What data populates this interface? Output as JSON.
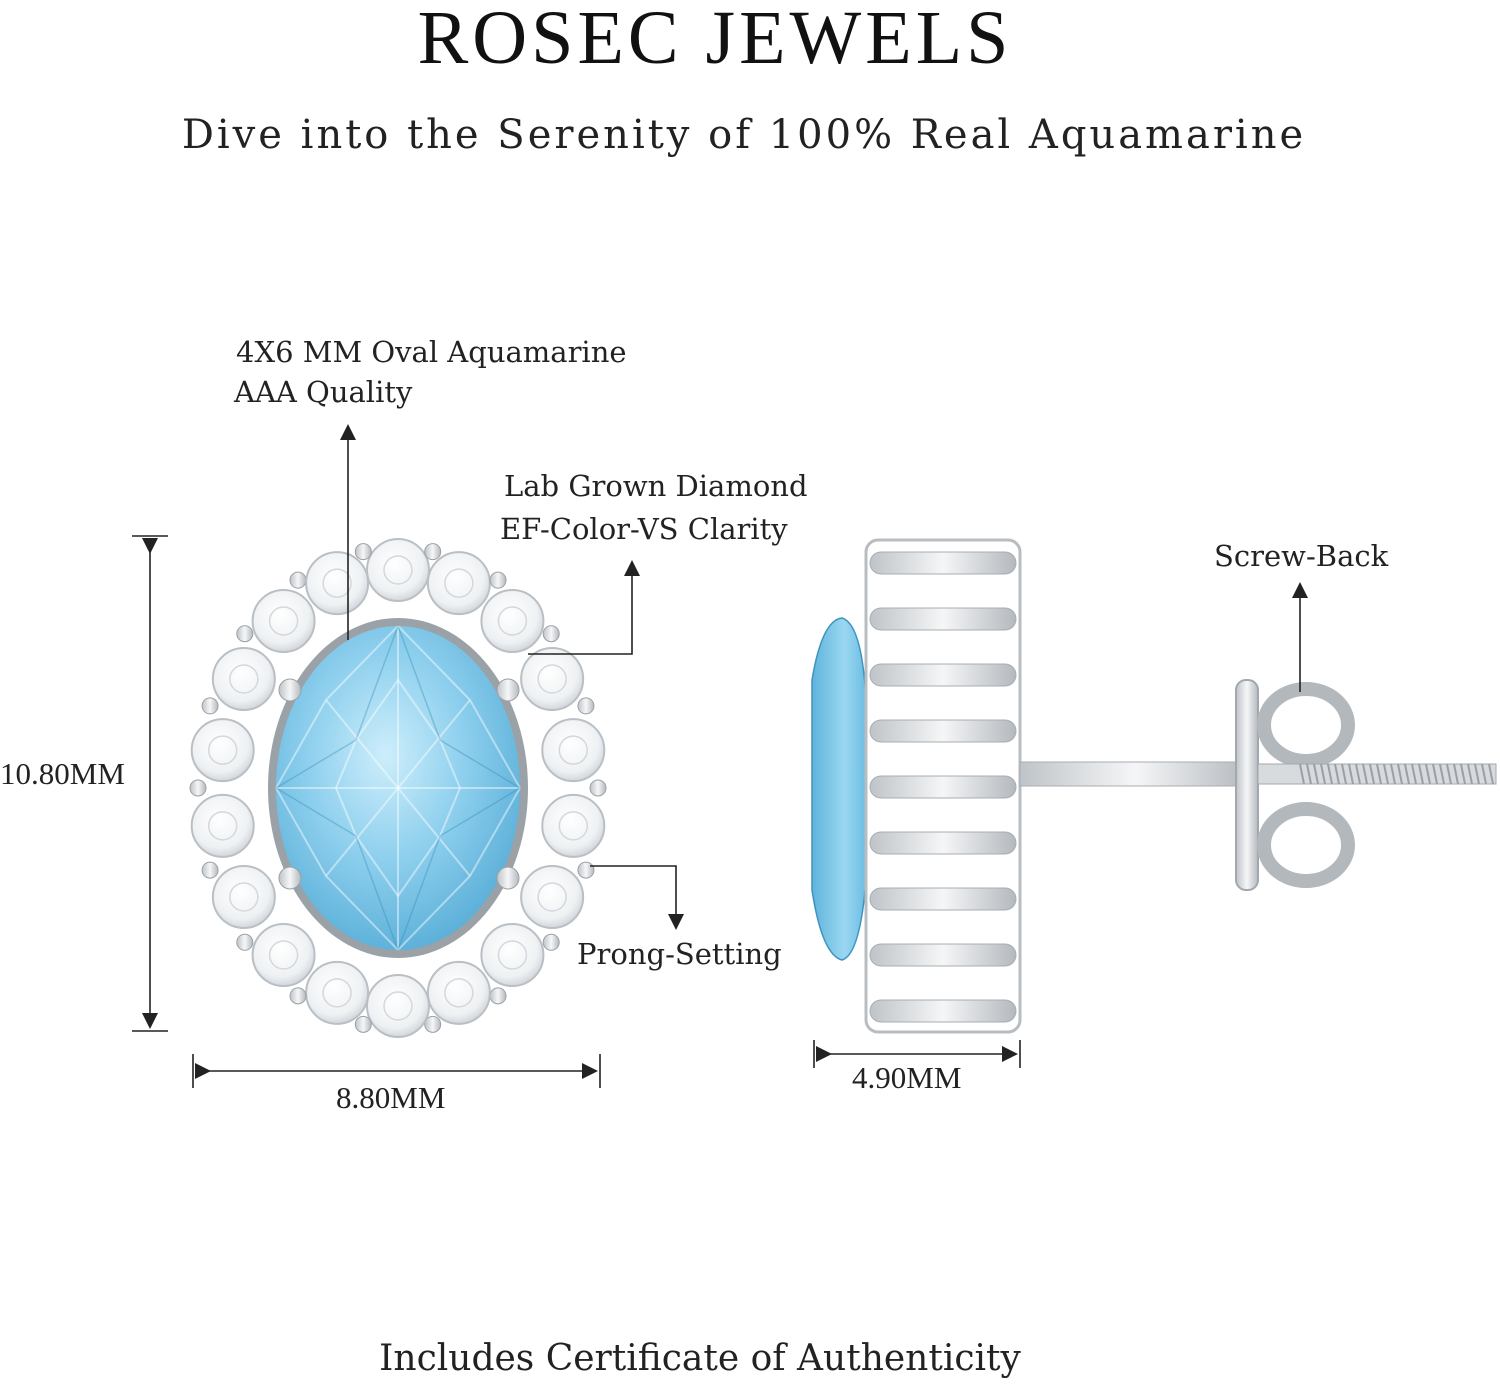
{
  "header": {
    "brand": "ROSEC JEWELS",
    "tagline": "Dive into the Serenity of 100% Real Aquamarine"
  },
  "callouts": {
    "center_stone_line1": "4X6 MM Oval Aquamarine",
    "center_stone_line2": "AAA Quality",
    "side_stone_line1": "Lab Grown Diamond",
    "side_stone_line2": "EF-Color-VS Clarity",
    "setting": "Prong-Setting",
    "back": "Screw-Back"
  },
  "dimensions": {
    "height": "10.80MM",
    "width": "8.80MM",
    "depth": "4.90MM"
  },
  "footer": {
    "note": "Includes Certificate of Authenticity"
  },
  "colors": {
    "aquamarine": "#8ecde9",
    "metal": "#d9dcdf",
    "diamond": "#f4f6f8"
  }
}
